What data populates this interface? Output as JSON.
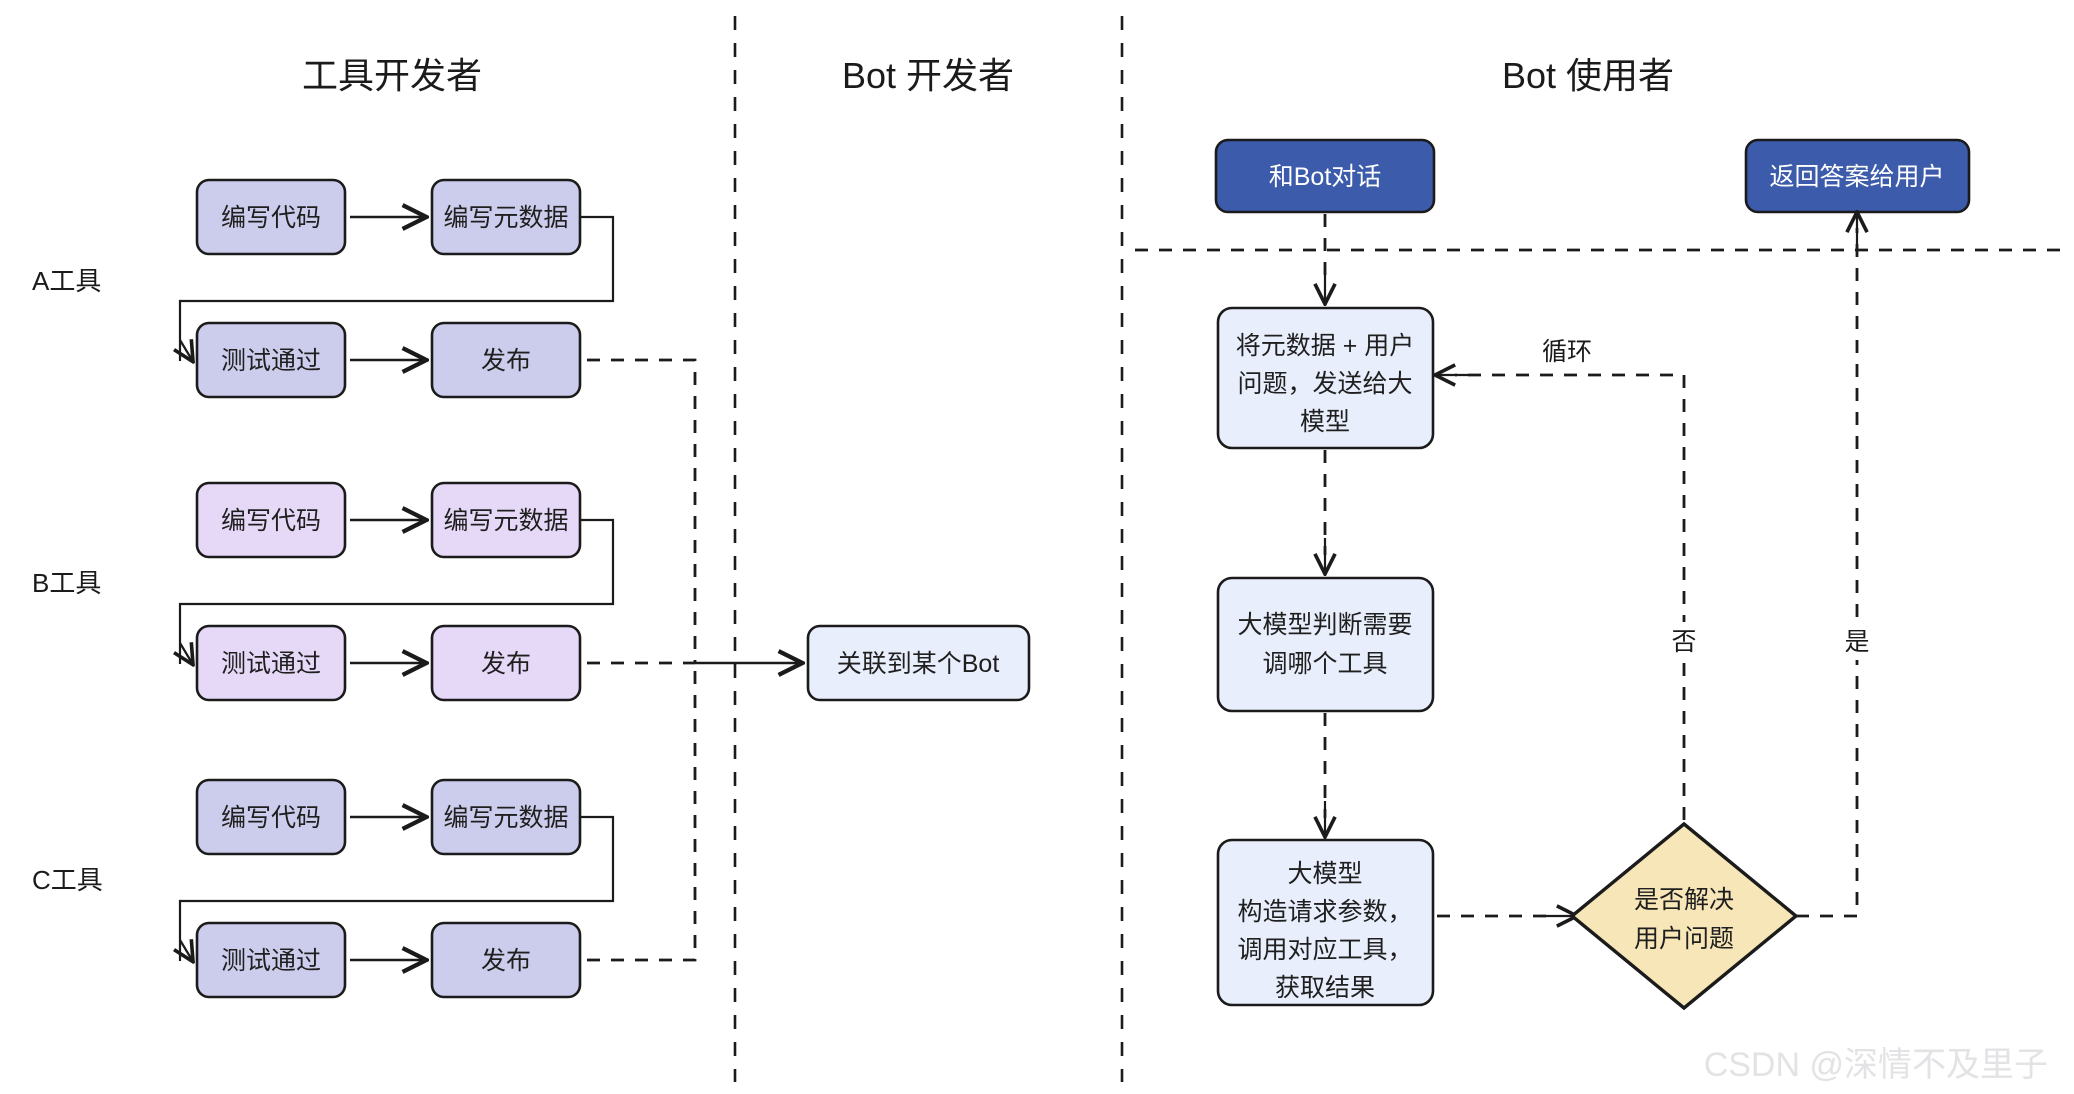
{
  "swimlanes": [
    {
      "id": "tool-developer",
      "title": "工具开发者"
    },
    {
      "id": "bot-developer",
      "title": "Bot 开发者"
    },
    {
      "id": "bot-user",
      "title": "Bot 使用者"
    }
  ],
  "tool_rows": [
    {
      "label": "A工具",
      "fill": "#ccccec",
      "steps": [
        "编写代码",
        "编写元数据",
        "测试通过",
        "发布"
      ]
    },
    {
      "label": "B工具",
      "fill": "#e6d9f7",
      "steps": [
        "编写代码",
        "编写元数据",
        "测试通过",
        "发布"
      ]
    },
    {
      "label": "C工具",
      "fill": "#ccccec",
      "steps": [
        "编写代码",
        "编写元数据",
        "测试通过",
        "发布"
      ]
    }
  ],
  "bot_developer": {
    "node_label": "关联到某个Bot",
    "fill": "#e8eefb"
  },
  "bot_user": {
    "start_node": {
      "label": "和Bot对话",
      "fill": "#3c5baa",
      "text_color": "#ffffff"
    },
    "end_node": {
      "label": "返回答案给用户",
      "fill": "#3c5baa",
      "text_color": "#ffffff"
    },
    "process_1": {
      "lines": [
        "将元数据 + 用户",
        "问题，发送给大",
        "模型"
      ],
      "fill": "#e8eefb"
    },
    "process_2": {
      "lines": [
        "大模型判断需要",
        "调哪个工具"
      ],
      "fill": "#e8eefb"
    },
    "process_3": {
      "lines": [
        "大模型",
        "构造请求参数，",
        "调用对应工具，",
        "获取结果"
      ],
      "fill": "#e8eefb"
    },
    "decision": {
      "lines": [
        "是否解决",
        "用户问题"
      ],
      "fill": "#f7e6b8"
    },
    "edge_labels": {
      "loop": "循环",
      "no": "否",
      "yes": "是"
    }
  },
  "watermark": "CSDN @深情不及里子",
  "colors": {
    "stroke": "#1b1b1b",
    "accent_blue": "#3c5baa",
    "light_blue": "#e8eefb",
    "periwinkle": "#ccccec",
    "lavender": "#e6d9f7",
    "cream": "#f7e6b8",
    "watermark": "#e3e3e6"
  }
}
